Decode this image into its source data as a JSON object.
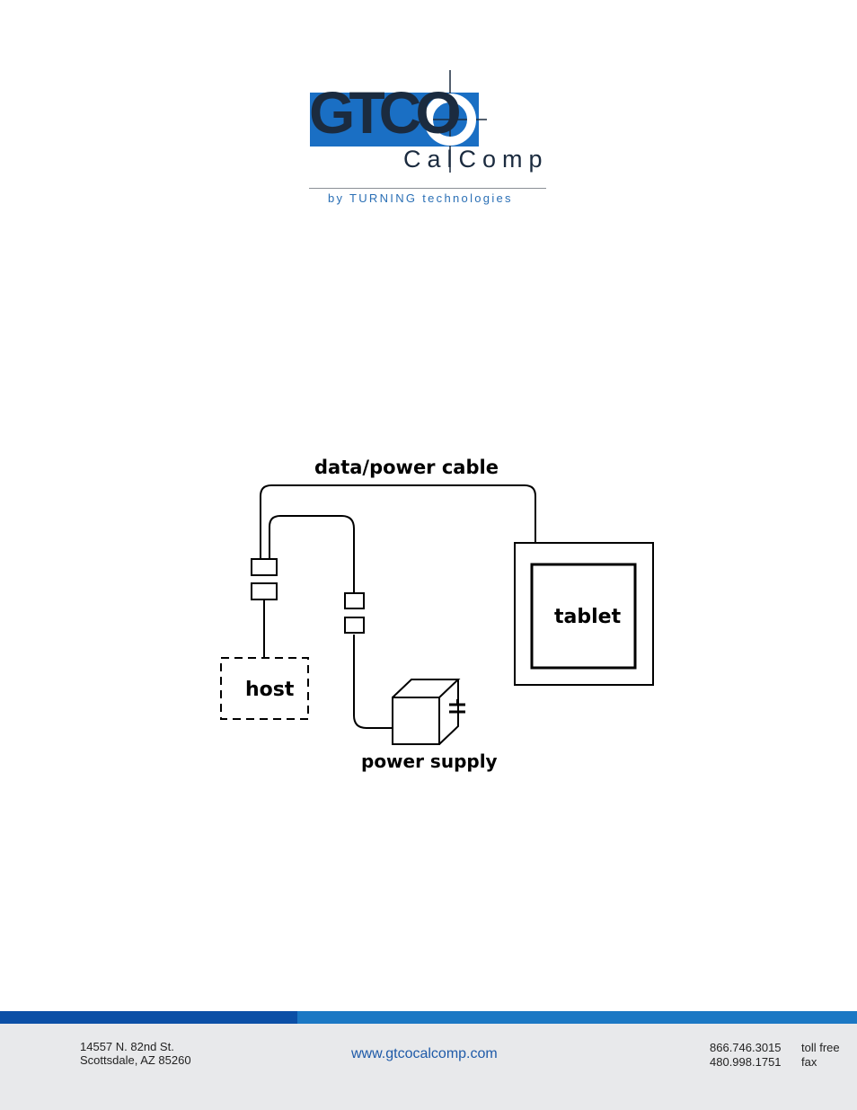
{
  "logo": {
    "brand_top": "GTCO",
    "brand_bottom": "CalComp",
    "tagline": "by TURNING technologies",
    "colors": {
      "blue_block": "#1a6fc4",
      "dark_text": "#1b2b3f",
      "tagline": "#2a6fb5"
    }
  },
  "diagram": {
    "cable_label": "data/power cable",
    "tablet_label": "tablet",
    "host_label": "host",
    "power_label": "power supply"
  },
  "footer": {
    "address_line1": "14557 N. 82nd St.",
    "address_line2": "Scottsdale, AZ 85260",
    "website": "www.gtcocalcomp.com",
    "phone1": "866.746.3015",
    "phone1_label": "toll free",
    "phone2": "480.998.1751",
    "phone2_label": "fax",
    "colors": {
      "bar_dark": "#0b4fa6",
      "bar_light": "#1b78c4",
      "background": "#e8e9eb"
    }
  }
}
